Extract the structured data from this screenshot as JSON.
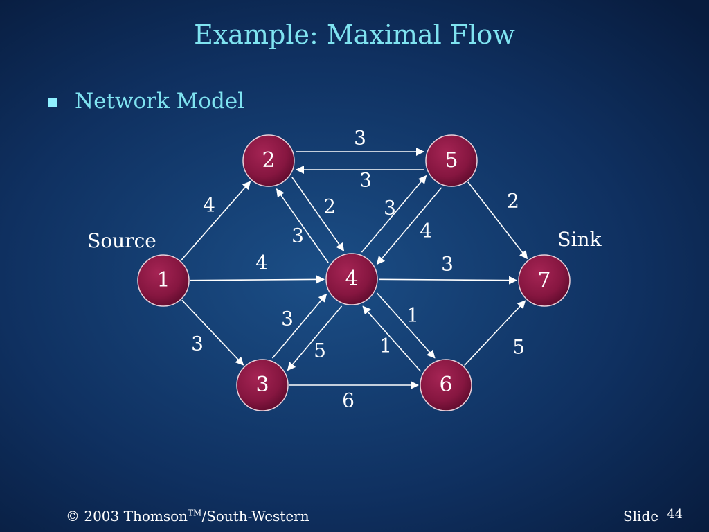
{
  "slide": {
    "title": "Example:  Maximal Flow",
    "bullet": "Network Model"
  },
  "diagram": {
    "source_label": "Source",
    "sink_label": "Sink",
    "nodes": [
      {
        "id": "1",
        "label": "1"
      },
      {
        "id": "2",
        "label": "2"
      },
      {
        "id": "3",
        "label": "3"
      },
      {
        "id": "4",
        "label": "4"
      },
      {
        "id": "5",
        "label": "5"
      },
      {
        "id": "6",
        "label": "6"
      },
      {
        "id": "7",
        "label": "7"
      }
    ],
    "edges": [
      {
        "from": "1",
        "to": "2",
        "capacity": "4"
      },
      {
        "from": "1",
        "to": "4",
        "capacity": "4"
      },
      {
        "from": "1",
        "to": "3",
        "capacity": "3"
      },
      {
        "from": "2",
        "to": "5",
        "capacity": "3"
      },
      {
        "from": "5",
        "to": "2",
        "capacity": "3"
      },
      {
        "from": "2",
        "to": "4",
        "capacity": "2"
      },
      {
        "from": "4",
        "to": "2",
        "capacity": "3"
      },
      {
        "from": "4",
        "to": "5",
        "capacity": "3"
      },
      {
        "from": "5",
        "to": "4",
        "capacity": "4"
      },
      {
        "from": "5",
        "to": "7",
        "capacity": "2"
      },
      {
        "from": "4",
        "to": "7",
        "capacity": "3"
      },
      {
        "from": "3",
        "to": "4",
        "capacity": "3"
      },
      {
        "from": "4",
        "to": "3",
        "capacity": "5"
      },
      {
        "from": "4",
        "to": "6",
        "capacity": "1"
      },
      {
        "from": "6",
        "to": "4",
        "capacity": "1"
      },
      {
        "from": "3",
        "to": "6",
        "capacity": "6"
      },
      {
        "from": "6",
        "to": "7",
        "capacity": "5"
      }
    ]
  },
  "footer": {
    "copyright": "© 2003 Thomson",
    "tm": "TM",
    "publisher": "/South-Western",
    "slide_label": "Slide",
    "slide_number": "44"
  },
  "colors": {
    "title": "#7fe3f0",
    "node_fill": "#8a1742",
    "node_stroke": "#e8d0da",
    "arrow": "#ffffff"
  }
}
